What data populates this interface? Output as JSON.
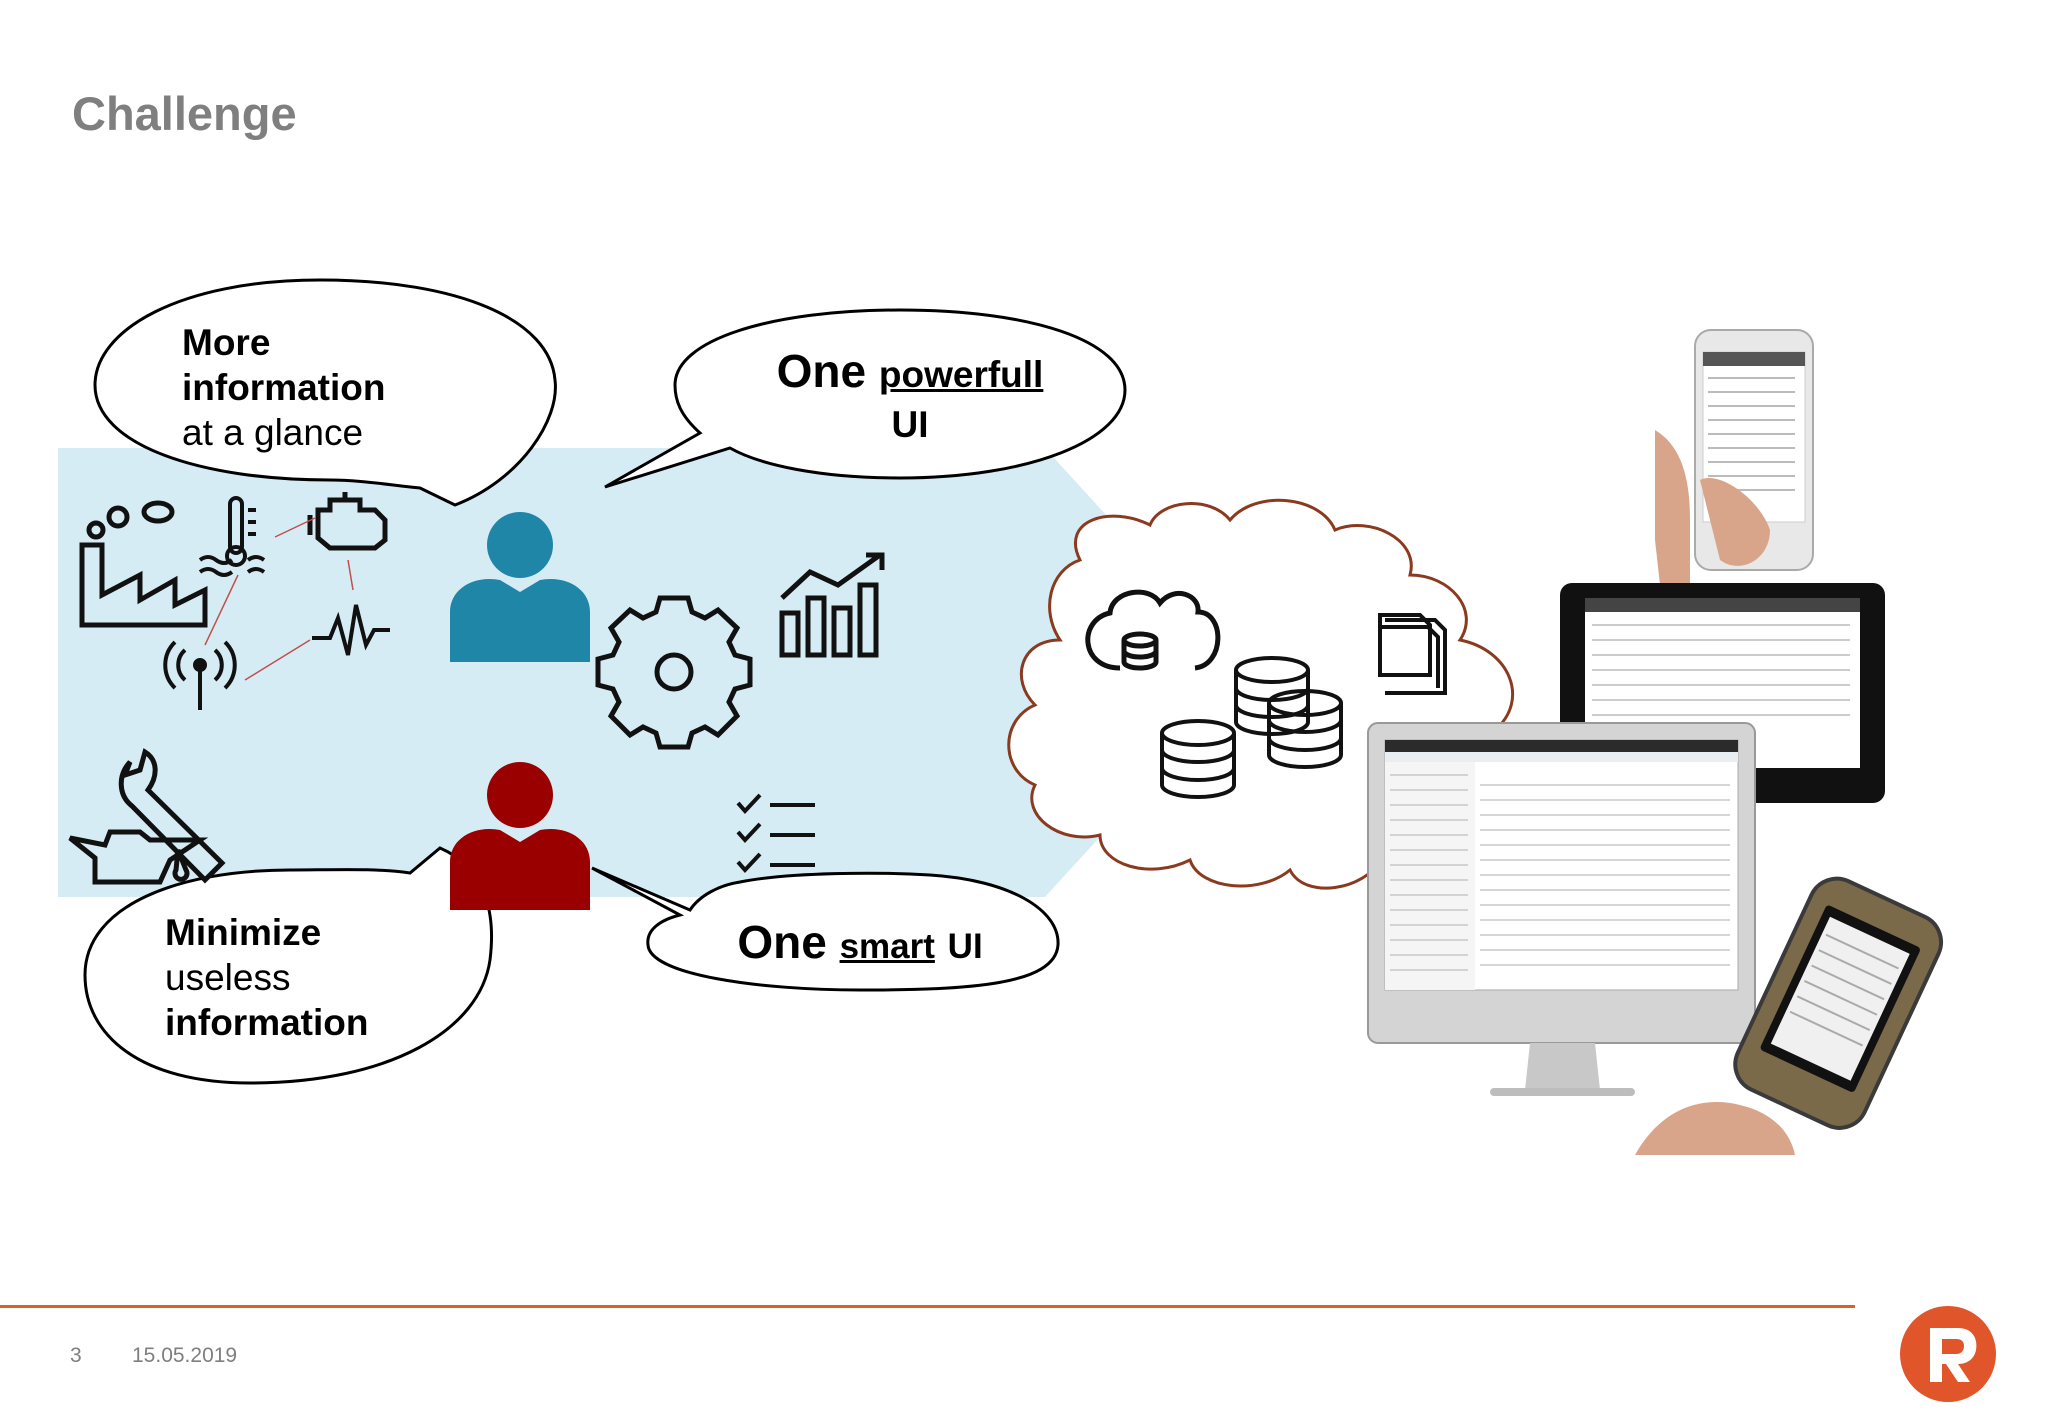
{
  "slide": {
    "title": "Challenge",
    "page_number": "3",
    "date": "15.05.2019"
  },
  "bubbles": {
    "top_left": {
      "line1": "More",
      "line2": "information",
      "line3": "at a glance"
    },
    "top_right": {
      "word1": "One",
      "word2": "powerfull",
      "line2": "UI"
    },
    "bottom_left": {
      "line1": "Minimize",
      "line2": "useless",
      "line3": "information"
    },
    "bottom_right": {
      "word1": "One",
      "word2": "smart",
      "word3": "UI"
    }
  },
  "colors": {
    "title": "#7f7f7f",
    "background_band": "#d6ecf5",
    "user_blue": "#1f86a8",
    "user_red": "#9b0000",
    "cloud_outline": "#8a3a1e",
    "footer_line": "#d9622b",
    "logo": "#e0562a"
  },
  "icons": [
    "factory-icon",
    "thermometer-icon",
    "engine-icon",
    "signal-antenna-icon",
    "heartbeat-icon",
    "user-icon",
    "gear-icon",
    "chart-growth-icon",
    "wrench-icon",
    "oil-can-icon",
    "checklist-icon",
    "cloud-database-icon",
    "documents-icon",
    "database-icon",
    "smartphone-device",
    "tablet-device",
    "desktop-monitor-device",
    "rugged-handheld-device",
    "company-logo"
  ]
}
